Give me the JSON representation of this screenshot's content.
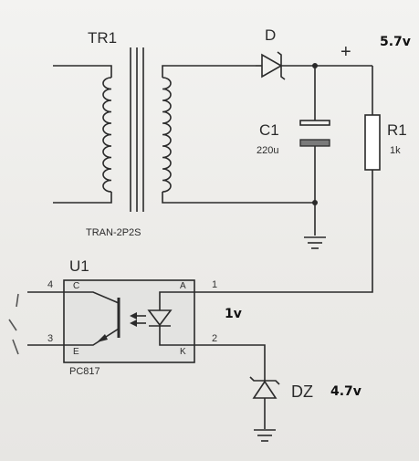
{
  "transformer": {
    "ref": "TR1",
    "model": "TRAN-2P2S"
  },
  "diode": {
    "ref": "D"
  },
  "capacitor": {
    "ref": "C1",
    "value": "220u"
  },
  "resistor": {
    "ref": "R1",
    "value": "1k"
  },
  "optocoupler": {
    "ref": "U1",
    "model": "PC817",
    "pins": {
      "collector": "4",
      "emitter": "3",
      "anode": "1",
      "cathode": "2"
    },
    "pin_letters": {
      "collector": "C",
      "emitter": "E",
      "anode": "A",
      "cathode": "K"
    }
  },
  "zener": {
    "ref": "DZ"
  },
  "polarity": {
    "plus": "+"
  },
  "annotations": {
    "top_voltage": "5.7v",
    "anode_voltage": "1v",
    "zener_voltage": "4.7v"
  }
}
